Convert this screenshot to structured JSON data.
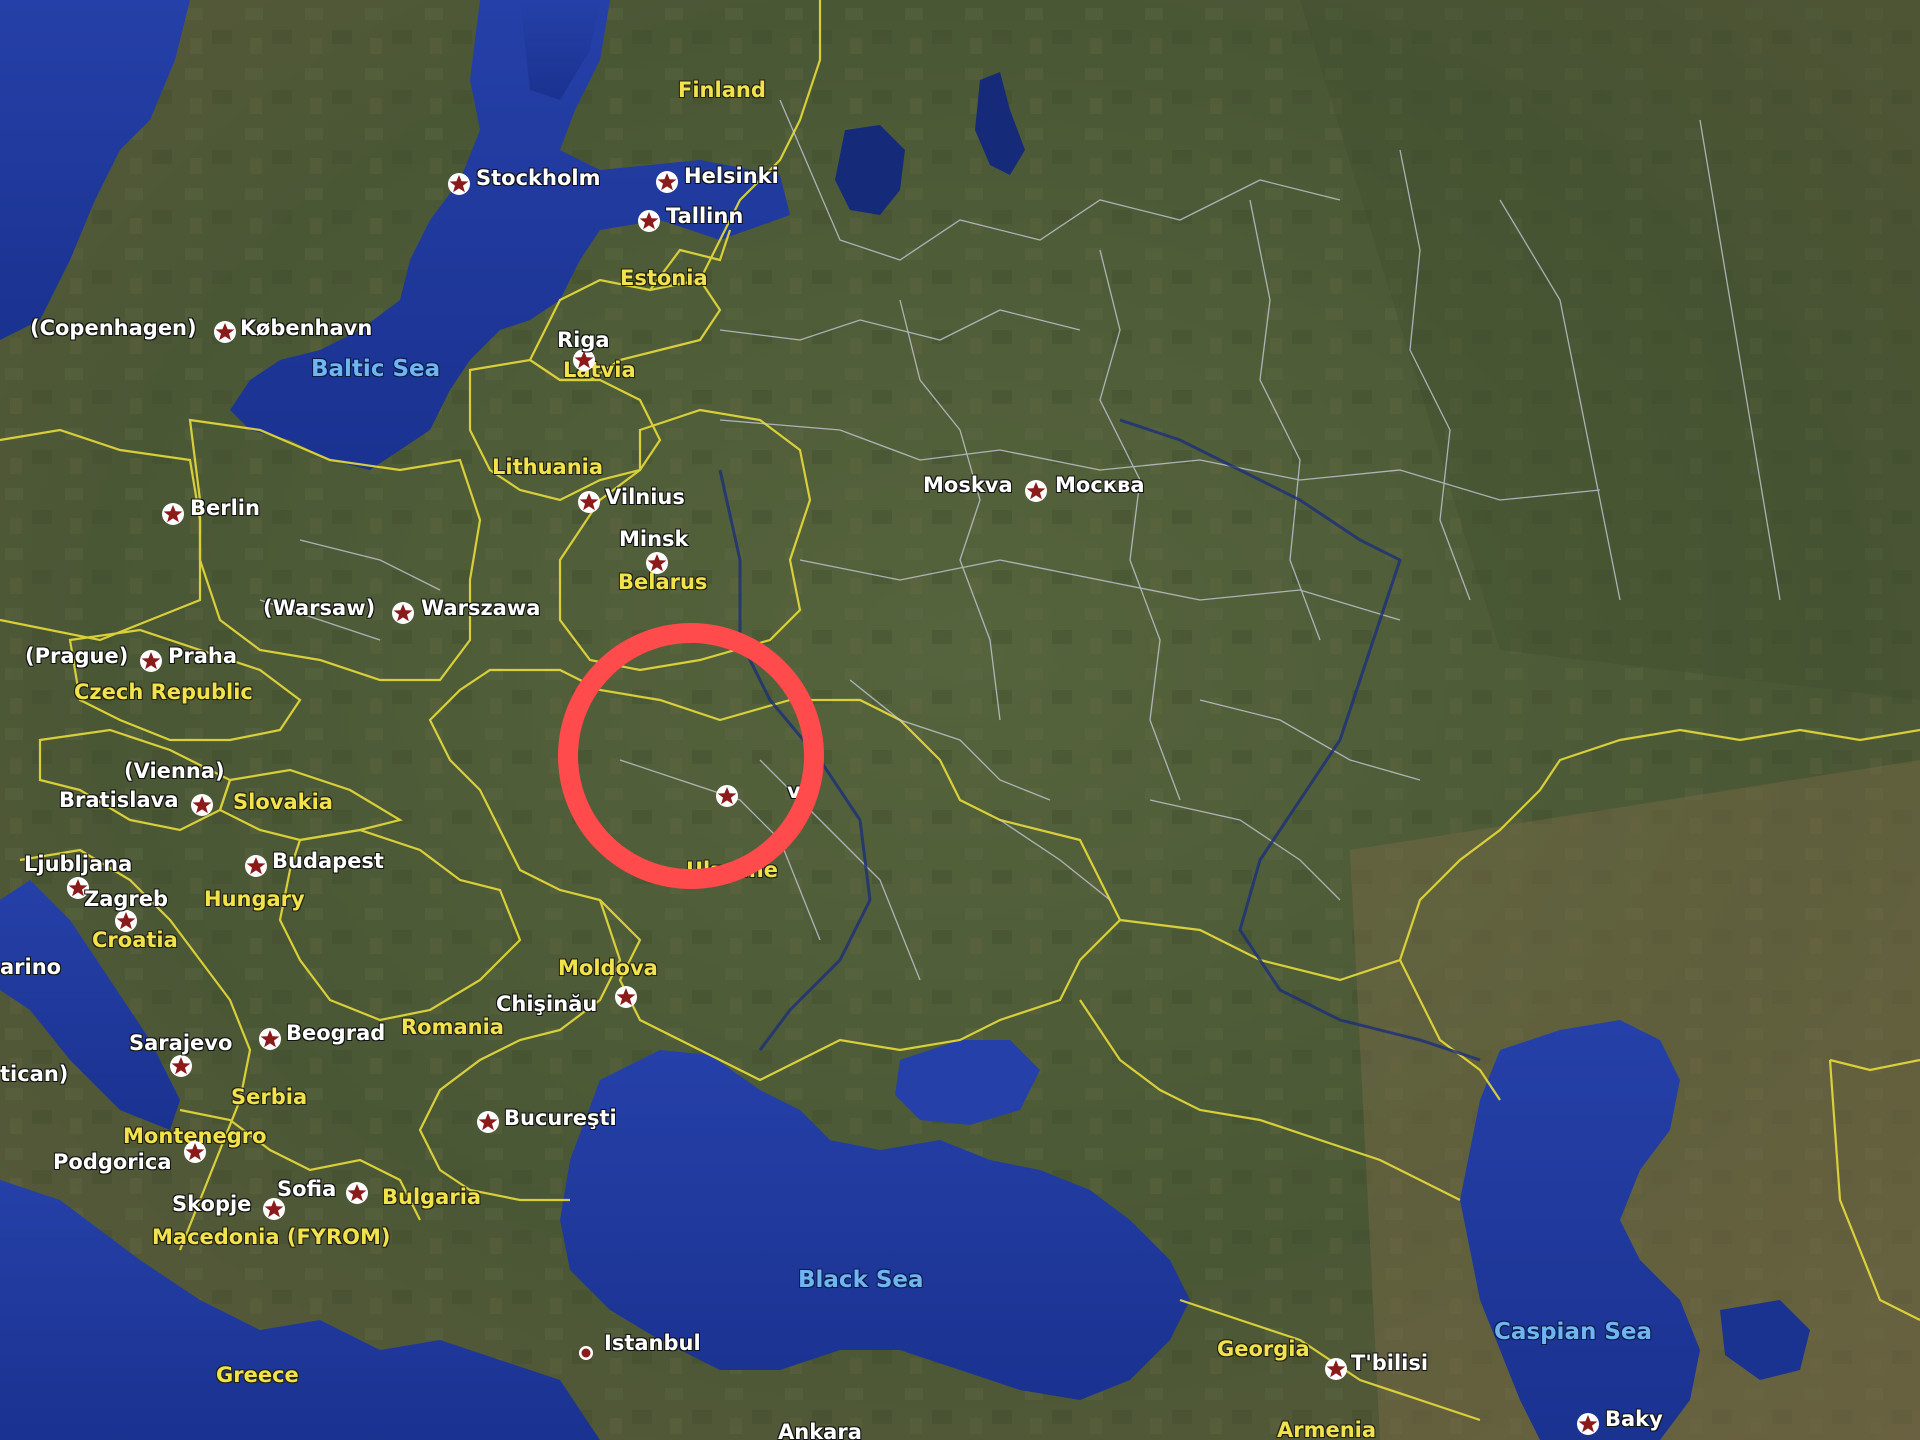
{
  "map": {
    "country_labels": {
      "finland": "Finland",
      "estonia": "Estonia",
      "latvia": "Latvia",
      "lithuania": "Lithuania",
      "belarus": "Belarus",
      "czech_republic": "Czech Republic",
      "slovakia": "Slovakia",
      "hungary": "Hungary",
      "croatia": "Croatia",
      "moldova": "Moldova",
      "romania": "Romania",
      "serbia": "Serbia",
      "montenegro": "Montenegro",
      "bulgaria": "Bulgaria",
      "macedonia": "Macedonia (FYROM)",
      "greece": "Greece",
      "ukraine": "Ukraine",
      "georgia": "Georgia",
      "armenia": "Armenia"
    },
    "city_labels": {
      "stockholm": "Stockholm",
      "helsinki": "Helsinki",
      "tallinn": "Tallinn",
      "copenhagen_alt": "(Copenhagen)",
      "kobenhavn": "København",
      "riga": "Riga",
      "vilnius": "Vilnius",
      "minsk": "Minsk",
      "berlin": "Berlin",
      "warsaw_alt": "(Warsaw)",
      "warszawa": "Warszawa",
      "prague_alt": "(Prague)",
      "praha": "Praha",
      "vienna_alt": "(Vienna)",
      "bratislava": "Bratislava",
      "budapest": "Budapest",
      "ljubljana": "Ljubljana",
      "zagreb": "Zagreb",
      "chisinau": "Chişinău",
      "sarajevo": "Sarajevo",
      "beograd": "Beograd",
      "bucuresti": "Bucureşti",
      "podgorica": "Podgorica",
      "skopje": "Skopje",
      "sofia": "Sofia",
      "istanbul": "Istanbul",
      "ankara": "Ankara",
      "tbilisi": "T'bilisi",
      "baky": "Baky",
      "moskva": "Moskva",
      "moskva_cyr": "Москва",
      "kyiv_partial": "v",
      "vatican_partial": "tican)",
      "sanmarino_partial": "arino"
    },
    "sea_labels": {
      "baltic": "Baltic Sea",
      "black": "Black Sea",
      "caspian": "Caspian Sea"
    },
    "colors": {
      "land": "#4d5b36",
      "water": "#1d3a9e",
      "border": "#e8dc3a",
      "region_border": "#c9c9d6",
      "highlight": "#ff4b4b"
    },
    "icons": {
      "capital": "capital-star-icon",
      "city": "city-dot-icon"
    }
  }
}
